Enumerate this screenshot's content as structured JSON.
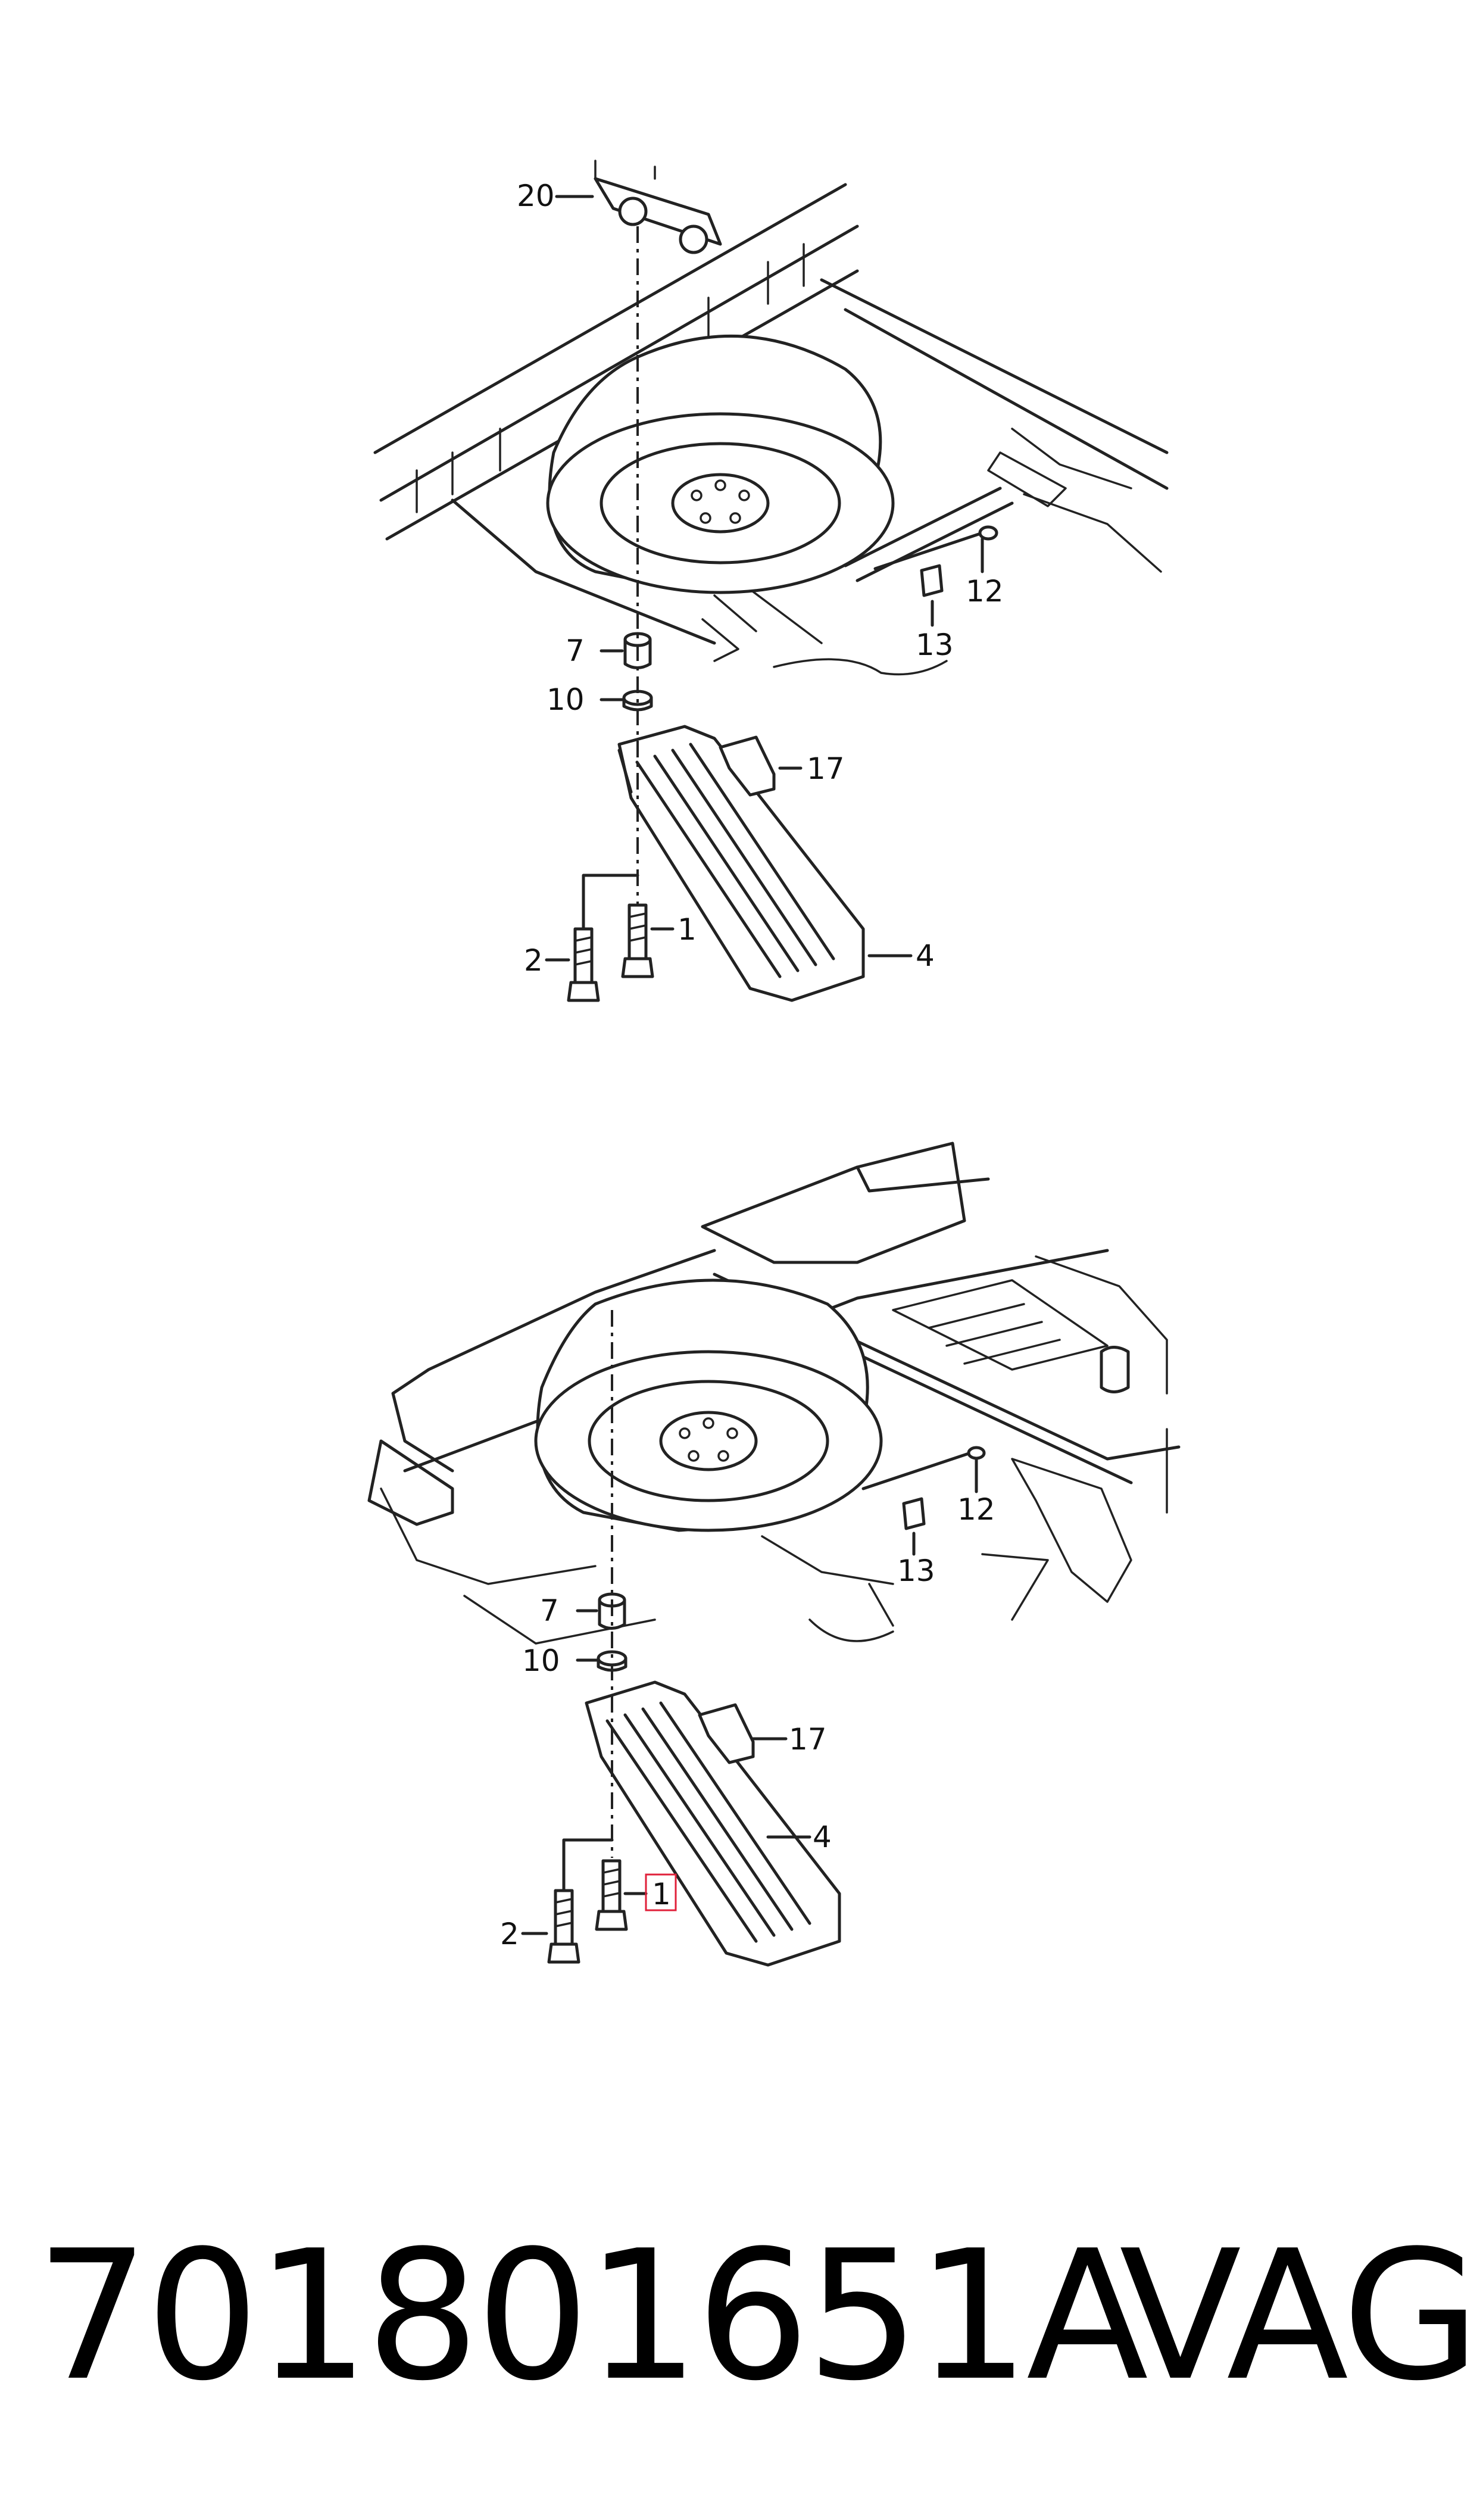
{
  "diagrams": [
    {
      "callouts": {
        "c20": "20",
        "c12": "12",
        "c13": "13",
        "c7": "7",
        "c10": "10",
        "c17": "17",
        "c1": "1",
        "c2": "2",
        "c4": "4"
      }
    },
    {
      "callouts": {
        "c12": "12",
        "c13": "13",
        "c7": "7",
        "c10": "10",
        "c17": "17",
        "c1": "1",
        "c2": "2",
        "c4": "4"
      },
      "highlighted_callout": "1"
    }
  ],
  "footer": {
    "part_number": "701801651A",
    "brand": "VAG"
  },
  "colors": {
    "line": "#222222",
    "highlight": "#e0203a",
    "background": "#ffffff"
  }
}
